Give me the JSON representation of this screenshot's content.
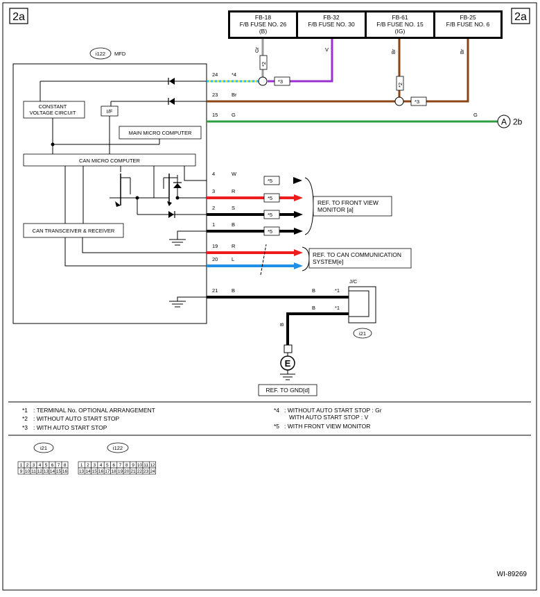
{
  "page_tag": "2a",
  "continuation_tag": "2b",
  "fuses": [
    {
      "id": "FB-18",
      "name": "F/B FUSE NO. 26",
      "sub": "(B)"
    },
    {
      "id": "FB-32",
      "name": "F/B FUSE NO. 30",
      "sub": ""
    },
    {
      "id": "FB-61",
      "name": "F/B FUSE NO. 15",
      "sub": "(IG)"
    },
    {
      "id": "FB-25",
      "name": "F/B FUSE NO. 6",
      "sub": ""
    }
  ],
  "fuse_wire_colors": [
    "Gr",
    "V",
    "Br",
    "Br"
  ],
  "mfd": {
    "connector": "i122",
    "label": "MFD",
    "blocks": {
      "constant_voltage": [
        "CONSTANT",
        "VOLTAGE CIRCUIT"
      ],
      "if": "I/F",
      "main_micro": "MAIN MICRO COMPUTER",
      "can_micro": "CAN MICRO COMPUTER",
      "can_transceiver": "CAN TRANSCEIVER & RECEIVER"
    }
  },
  "terminals": [
    {
      "pin": "24",
      "color": "*4"
    },
    {
      "pin": "23",
      "color": "Br"
    },
    {
      "pin": "15",
      "color": "G"
    },
    {
      "pin": "4",
      "color": "W"
    },
    {
      "pin": "3",
      "color": "R"
    },
    {
      "pin": "2",
      "color": "S"
    },
    {
      "pin": "1",
      "color": "B"
    },
    {
      "pin": "19",
      "color": "R"
    },
    {
      "pin": "20",
      "color": "L"
    },
    {
      "pin": "21",
      "color": "B"
    }
  ],
  "line_colors": {
    "brown": "#8b4513",
    "violet": "#9b30d0",
    "green": "#2e9e3e",
    "red": "#ee1c1c",
    "blue": "#1e90e6",
    "gray": "#9a9a9a",
    "yellow": "#f2e200",
    "cyan": "#35b6e6",
    "black": "#000000"
  },
  "wire_labels": {
    "g_right": "G",
    "jc_b1": "B",
    "jc_b2": "B",
    "ground_b": "B"
  },
  "markers": {
    "s1": "*1",
    "s2": "*2",
    "s3": "*3",
    "s5": "*5"
  },
  "refs": {
    "front_view": [
      "REF. TO FRONT VIEW",
      "MONITOR [a]"
    ],
    "can": [
      "REF. TO CAN COMMUNICATION",
      "SYSTEM[e]"
    ],
    "gnd": "REF. TO GND[d]"
  },
  "jc": {
    "label": "J/C",
    "connector": "i21"
  },
  "connector_a": "A",
  "ground_symbol": "E",
  "notes_left": [
    {
      "mark": "*1",
      "text": ": TERMINAL No. OPTIONAL ARRANGEMENT"
    },
    {
      "mark": "*2",
      "text": ": WITHOUT AUTO START STOP"
    },
    {
      "mark": "*3",
      "text": ": WITH AUTO START STOP"
    }
  ],
  "notes_right": [
    {
      "mark": "*4",
      "text": ": WITHOUT AUTO START STOP  : Gr",
      "text2": "WITH AUTO START STOP  : V"
    },
    {
      "mark": "*5",
      "text": ": WITH FRONT VIEW MONITOR",
      "text2": ""
    }
  ],
  "connector_views": [
    {
      "name": "i21",
      "row1": [
        "1",
        "2",
        "3",
        "4",
        "5",
        "6",
        "7",
        "8"
      ],
      "row2": [
        "9",
        "10",
        "11",
        "12",
        "13",
        "14",
        "15",
        "16"
      ]
    },
    {
      "name": "i122",
      "row1": [
        "1",
        "2",
        "3",
        "4",
        "5",
        "6",
        "7",
        "8",
        "9",
        "10",
        "11",
        "12"
      ],
      "row2": [
        "13",
        "14",
        "15",
        "16",
        "17",
        "18",
        "19",
        "20",
        "21",
        "22",
        "23",
        "24"
      ]
    }
  ],
  "figure_id": "WI-89269"
}
